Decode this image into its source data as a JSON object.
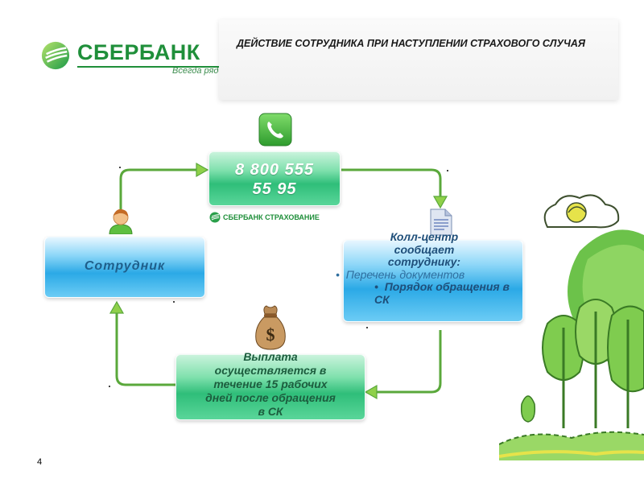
{
  "logo": {
    "name": "СБЕРБАНК",
    "slogan": "Всегда рядом"
  },
  "title": "ДЕЙСТВИЕ СОТРУДНИКА ПРИ НАСТУПЛЕНИИ СТРАХОВОГО СЛУЧАЯ",
  "phone": {
    "line1": "8 800 555",
    "line2": "55 95"
  },
  "sub_logo": "СБЕРБАНК СТРАХОВАНИЕ",
  "employee": "Сотрудник",
  "call_center": {
    "lines": [
      "Колл-центр",
      "сообщает",
      "сотруднику:"
    ],
    "bullets": [
      "Перечень документов",
      "Порядок обращения в СК"
    ]
  },
  "payment": {
    "lines": [
      "Выплата",
      "осуществляется в",
      "течение 15 рабочих",
      "дней после обращения",
      "в СК"
    ]
  },
  "page_number": "4",
  "colors": {
    "brand_green": "#1f8f3a",
    "arrow_green": "#5aa83b",
    "box_green": "#2fbe79",
    "box_blue": "#2ba9e6"
  },
  "icons": [
    "phone-icon",
    "person-icon",
    "document-icon",
    "money-bag-icon",
    "sberbank-logo-icon",
    "tree-illustration"
  ]
}
